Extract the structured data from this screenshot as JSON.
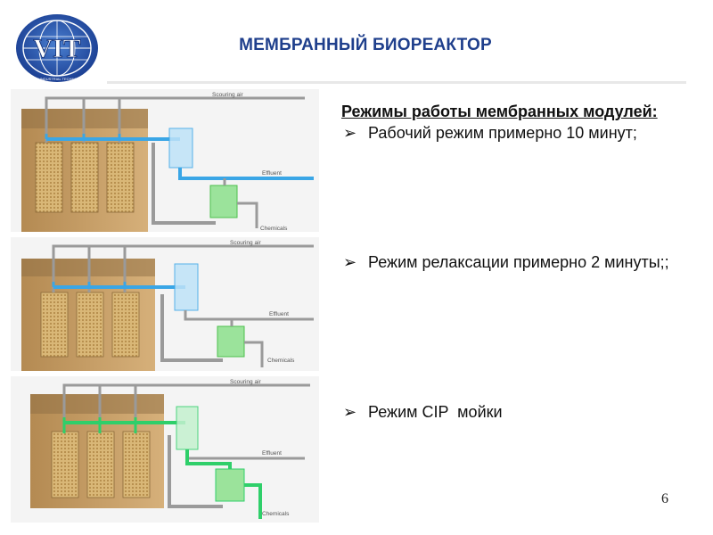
{
  "logo": {
    "text": "VIT",
    "ring_text": "VENTS INDUSTRIAL TECHNOLOGY"
  },
  "slide": {
    "title": "МЕМБРАННЫЙ БИОРЕАКТОР",
    "page_number": "6"
  },
  "content": {
    "heading": "Режимы работы мембранных модулей:",
    "bullets": [
      {
        "text": "Рабочий режим примерно 10 минут;"
      },
      {
        "text": "Режим релаксации примерно 2 минуты;;"
      },
      {
        "text": "Режим CIP  мойки"
      }
    ]
  },
  "diagrams": [
    {
      "air_label": "Scouring air",
      "effluent_label": "Effluent",
      "chemicals_label": "Chemicals",
      "flow_color": "#3aa6e6"
    },
    {
      "air_label": "Scouring air",
      "effluent_label": "Effluent",
      "chemicals_label": "Chemicals",
      "flow_color": "#3aa6e6"
    },
    {
      "air_label": "Scouring air",
      "effluent_label": "Effluent",
      "chemicals_label": "Chemicals",
      "flow_color": "#2fcf6a"
    }
  ],
  "colors": {
    "title": "#1f3f8c",
    "tank": "#c9a265",
    "cip": "#2fcf6a",
    "effluent": "#3aa6e6"
  }
}
